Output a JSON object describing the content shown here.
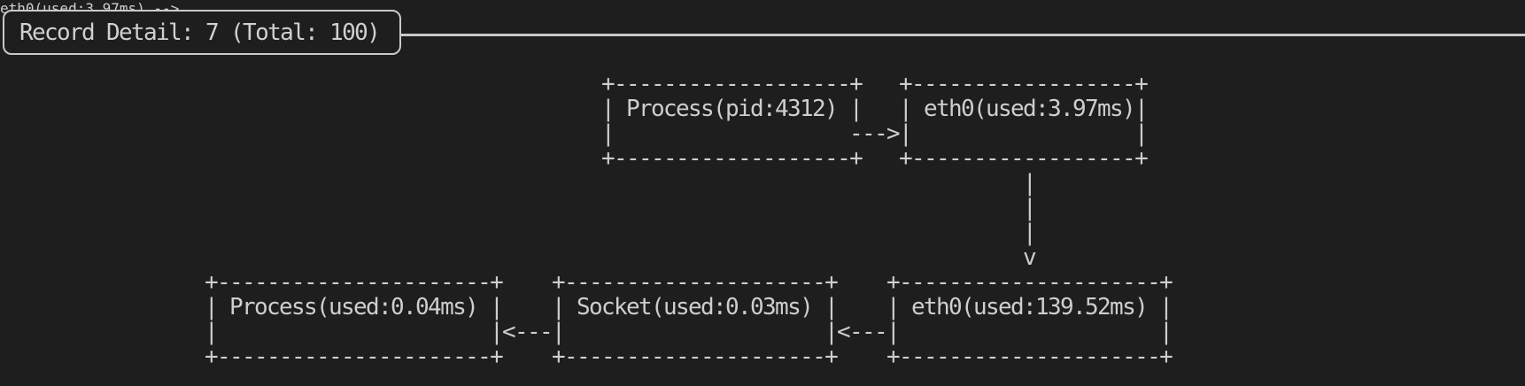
{
  "panel": {
    "title": "Record Detail: 7 (Total: 100)",
    "record_index": "7",
    "record_total": "100"
  },
  "colors": {
    "background": "#1e1e1e",
    "foreground": "#cecece",
    "border": "#c9c9c9"
  },
  "diagram": {
    "nodes": [
      {
        "label": "Process(pid:4312)",
        "lines": [
          "+-------------------+",
          "| Process(pid:4312) |",
          "|",
          "+-------------------+"
        ]
      },
      {
        "label": "eth0(used:3.97ms)",
        "lines": [
          "+------------------+",
          "| eth0(used:3.97ms)|",
          "|                  |",
          "+------------------+"
        ]
      },
      {
        "label": "Process(used:0.04ms)",
        "lines": [
          "+----------------------+",
          "| Process(used:0.04ms) |",
          "|                      |",
          "+----------------------+"
        ]
      },
      {
        "label": "Socket(used:0.03ms)",
        "lines": [
          "+---------------------+",
          "| Socket(used:0.03ms) |",
          "|                     |",
          "+---------------------+"
        ]
      },
      {
        "label": "eth0(used:139.52ms)",
        "lines": [
          "+---------------------+",
          "| eth0(used:139.52ms) |",
          "|                     |",
          "+---------------------+"
        ]
      }
    ],
    "edges": [
      {
        "direction": "right",
        "glyph": "--->"
      },
      {
        "direction": "down",
        "lines": [
          "|",
          "|",
          "|",
          "v"
        ]
      },
      {
        "direction": "left",
        "glyph": "<---"
      },
      {
        "direction": "left",
        "glyph": "<---"
      }
    ]
  }
}
